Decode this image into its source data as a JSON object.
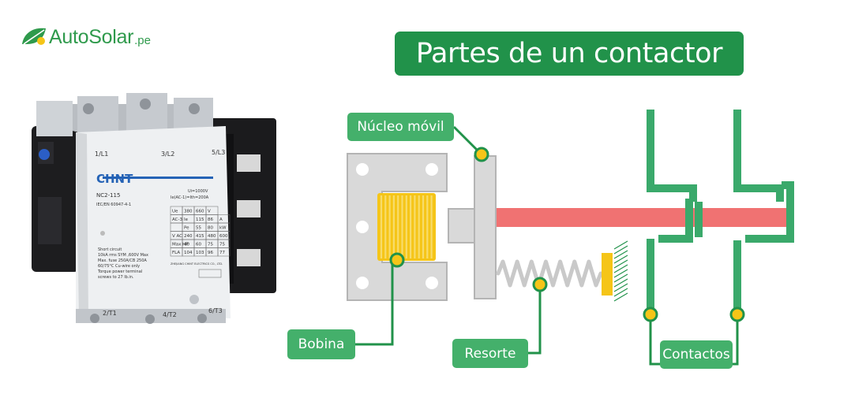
{
  "logo": {
    "name": "AutoSolar",
    "tld": ".pe"
  },
  "title": "Partes de un contactor",
  "product": {
    "brand": "CHNT",
    "model": "NC2-115",
    "standard": "IEC/EN 60947-4-1",
    "voltage": "Ui=1000V",
    "current": "Ie(AC-1)=Ith=200A",
    "terminals_top": [
      "1/L1",
      "3/L2",
      "5/L3"
    ],
    "terminals_bottom": [
      "2/T1",
      "4/T2",
      "6/T3"
    ],
    "ratings_table": [
      [
        "Ue",
        "380",
        "660",
        "V"
      ],
      [
        "AC-3",
        "Ie",
        "115",
        "86",
        "A"
      ],
      [
        "",
        "Pe",
        "55",
        "80",
        "kW"
      ],
      [
        "V AC",
        "240",
        "415",
        "480",
        "600"
      ],
      [
        "Max HP",
        "40",
        "60",
        "75",
        "75"
      ],
      [
        "FLA",
        "104",
        "103",
        "96",
        "77"
      ]
    ],
    "notes": [
      "Short circuit",
      "10kA rms SYM ,600V Max",
      "Max. fuse 250A/CB 250A",
      "60/75°C Cu-wire only",
      "Torque power terminal",
      "screws to 27 lb.in."
    ],
    "manufacturer": "ZHEJIANG CHINT ELECTRICS CO., LTD."
  },
  "labels": {
    "nucleo": "Núcleo móvil",
    "bobina": "Bobina",
    "resorte": "Resorte",
    "contactos": "Contactos"
  },
  "colors": {
    "brand_green": "#21924a",
    "label_green": "#44b06b",
    "contact_green": "#3aa96b",
    "rod_red": "#f07272",
    "coil_yellow": "#f5c518",
    "core_gray": "#d9d9d9"
  }
}
